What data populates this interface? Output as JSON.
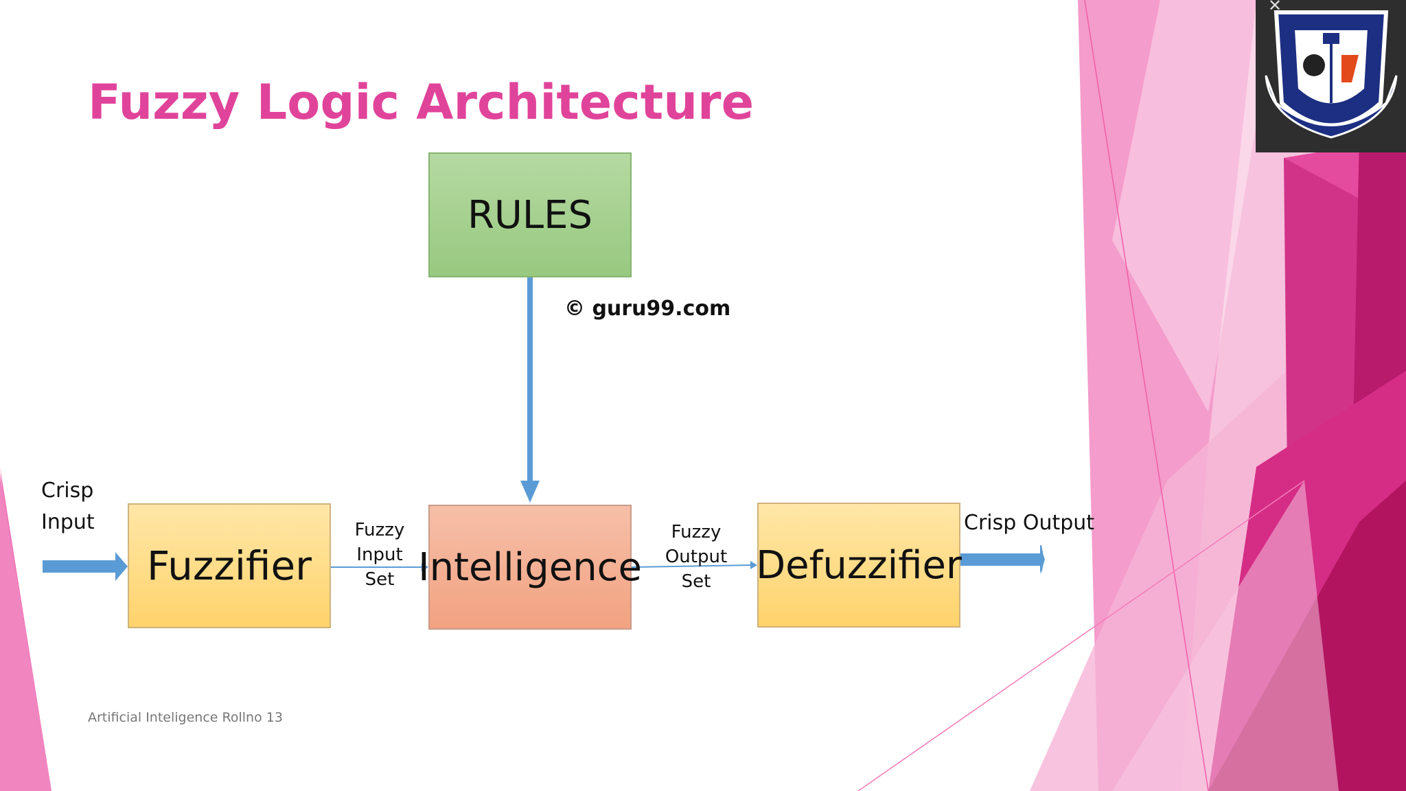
{
  "slide": {
    "title": "Fuzzy Logic Architecture",
    "footer": "Artificial Inteligence   Rollno 13",
    "copyright": "© guru99.com"
  },
  "diagram": {
    "rules": "RULES",
    "fuzzifier": "Fuzzifier",
    "intelligence": "Intelligence",
    "defuzzifier": "Defuzzifier",
    "crisp_input_line1": "Crisp",
    "crisp_input_line2": "Input",
    "fuzzy_input_line1": "Fuzzy Input",
    "fuzzy_input_line2": "Set",
    "fuzzy_output_line1": "Fuzzy Output",
    "fuzzy_output_line2": "Set",
    "crisp_output": "Crisp Output"
  },
  "logo": {
    "close_symbol": "✕"
  },
  "colors": {
    "title": "#e0449a",
    "arrow": "#5b9bd5",
    "accent_pink": "#c2186f"
  }
}
